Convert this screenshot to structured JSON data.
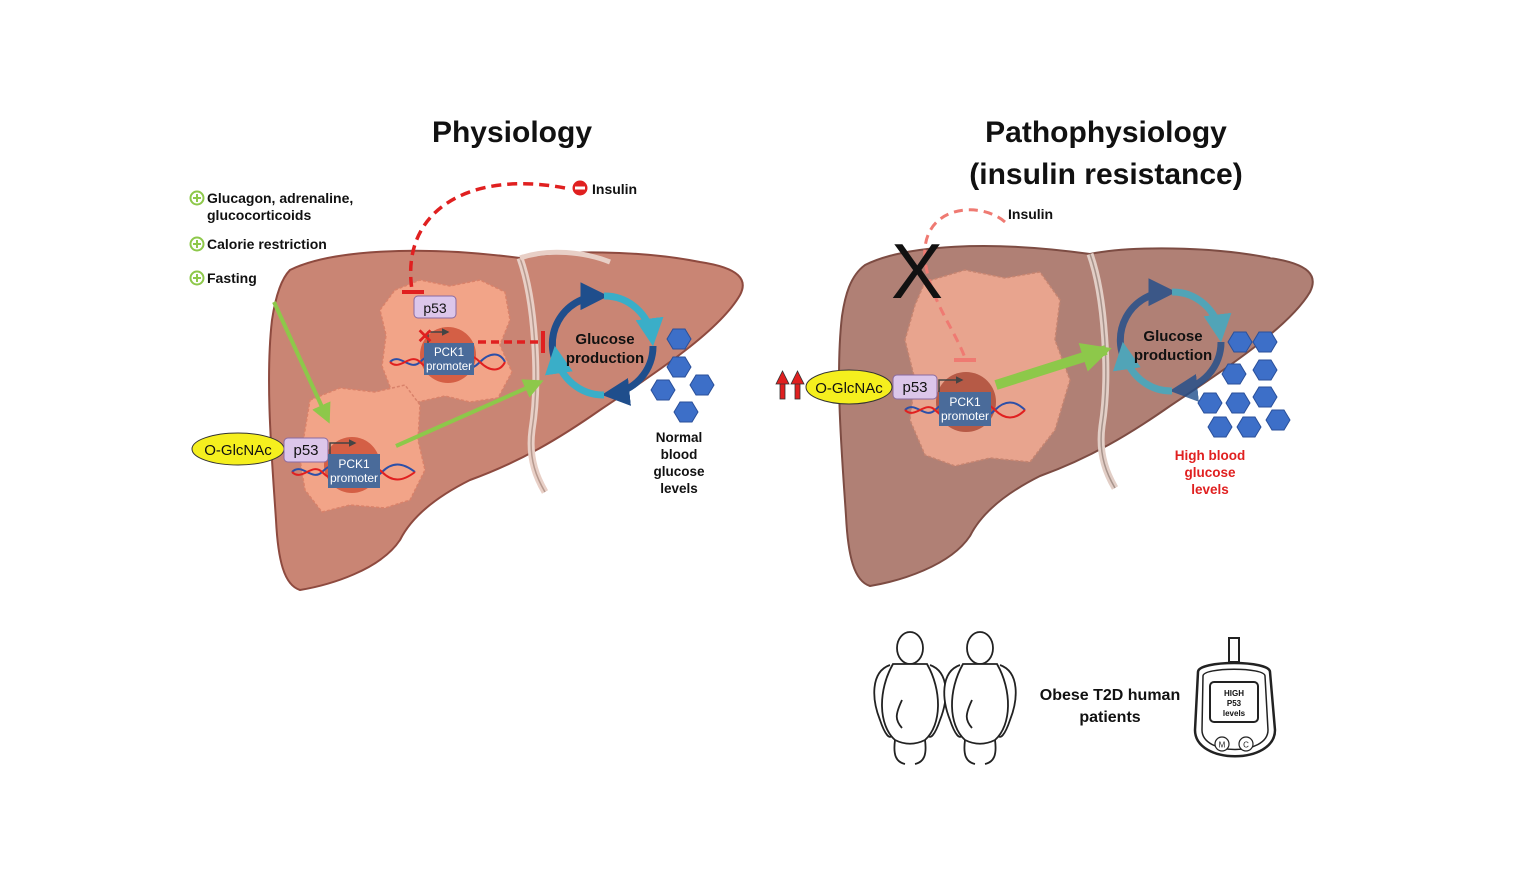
{
  "left": {
    "title": "Physiology",
    "stimuli": [
      "Glucagon, adrenaline,",
      "glucocorticoids",
      "Calorie restriction",
      "Fasting"
    ],
    "insulin_label": "Insulin",
    "p53_label": "p53",
    "pck1_line1": "PCK1",
    "pck1_line2": "promoter",
    "oglcnac_label": "O-GlcNAc",
    "glucose_line1": "Glucose",
    "glucose_line2": "production",
    "outcome_lines": [
      "Normal",
      "blood",
      "glucose",
      "levels"
    ]
  },
  "right": {
    "title_line1": "Pathophysiology",
    "title_line2": "(insulin resistance)",
    "insulin_label": "Insulin",
    "blocked_mark": "X",
    "p53_label": "p53",
    "pck1_line1": "PCK1",
    "pck1_line2": "promoter",
    "oglcnac_label": "O-GlcNAc",
    "glucose_line1": "Glucose",
    "glucose_line2": "production",
    "outcome_lines": [
      "High blood",
      "glucose",
      "levels"
    ]
  },
  "patients": {
    "label_line1": "Obese T2D human",
    "label_line2": "patients",
    "meter_lines": [
      "HIGH",
      "P53",
      "levels"
    ],
    "button_m": "M",
    "button_c": "C"
  },
  "colors": {
    "liver": "#c98574",
    "liver_dark": "#8e4a3f",
    "liver_patho": "#b08075",
    "cell": "#f2a488",
    "inhibit_red": "#e02020",
    "activate_green": "#8dc84a",
    "cycle_blue": "#1f4e8c",
    "cycle_light": "#3aaec8",
    "glucose_hex": "#3d6fc8",
    "oglcnac_yellow": "#f5ef1e",
    "p53_lilac": "#dcc6ea",
    "promoter_blue": "#4a6b9a",
    "high_glucose_red": "#e02020"
  }
}
